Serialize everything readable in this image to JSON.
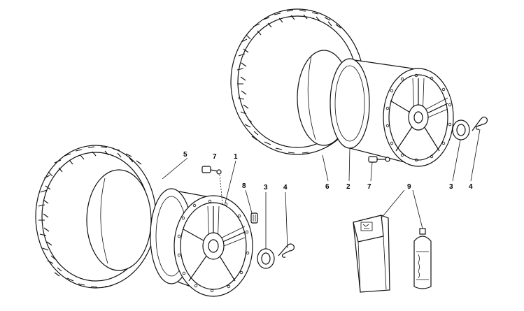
{
  "callouts": {
    "front_tyre": "5",
    "front_valve": "7",
    "front_rim": "1",
    "front_weight": "8",
    "front_nut": "3",
    "front_clip": "4",
    "rear_tyre": "6",
    "rear_rim": "2",
    "rear_valve": "7",
    "rear_nut": "3",
    "rear_clip": "4",
    "repair_kit": "9"
  }
}
